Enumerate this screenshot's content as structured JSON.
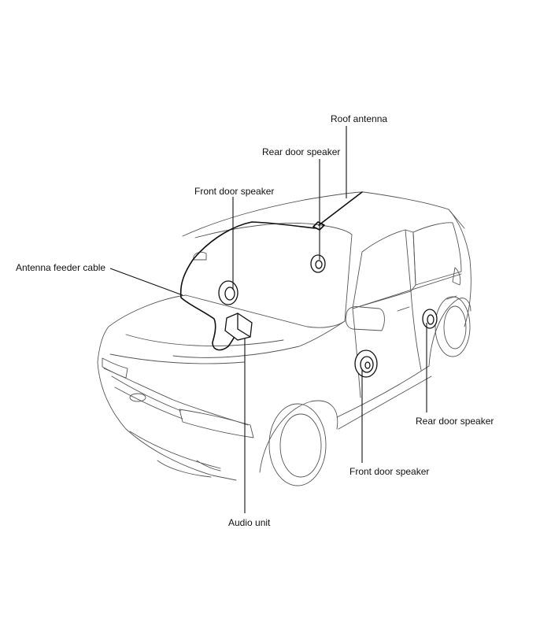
{
  "labels": {
    "roof_antenna": "Roof antenna",
    "rear_door_speaker_top": "Rear door speaker",
    "front_door_speaker_top": "Front door speaker",
    "antenna_feeder_cable": "Antenna feeder cable",
    "rear_door_speaker_right": "Rear door speaker",
    "front_door_speaker_bottom": "Front door speaker",
    "audio_unit": "Audio unit"
  },
  "colors": {
    "line": "#111111",
    "body": "#555555",
    "background": "#ffffff"
  }
}
